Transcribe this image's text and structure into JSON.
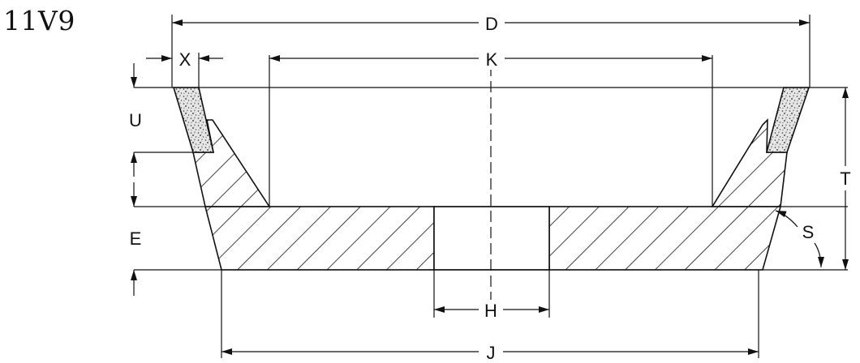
{
  "title": "11V9",
  "labels": {
    "D": "D",
    "X": "X",
    "K": "K",
    "U": "U",
    "T": "T",
    "E": "E",
    "S": "S",
    "H": "H",
    "J": "J"
  },
  "colors": {
    "line": "#111111",
    "background": "#ffffff"
  }
}
